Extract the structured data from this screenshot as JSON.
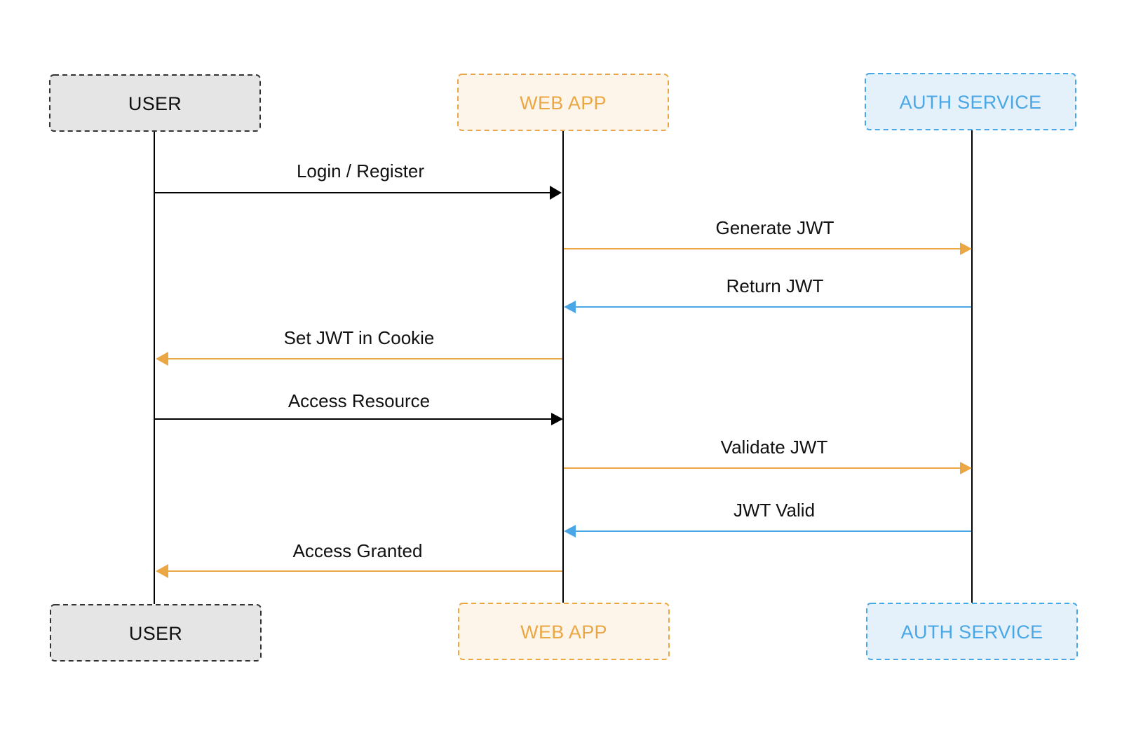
{
  "colors": {
    "black": "#000000",
    "orange": "#eba744",
    "blue": "#4aa7e6",
    "user_fill": "#e5e5e5",
    "user_stroke": "#333333",
    "webapp_fill": "#fdf5ea",
    "auth_fill": "#e4f1fb",
    "text": "#111111"
  },
  "participants": [
    {
      "id": "user",
      "label": "USER",
      "fill": "#e5e5e5",
      "stroke": "#333333",
      "text_color": "#111111"
    },
    {
      "id": "webapp",
      "label": "WEB APP",
      "fill": "#fdf5ea",
      "stroke": "#eba744",
      "text_color": "#eba744"
    },
    {
      "id": "auth",
      "label": "AUTH SERVICE",
      "fill": "#e4f1fb",
      "stroke": "#4aa7e6",
      "text_color": "#4aa7e6"
    }
  ],
  "messages": [
    {
      "from": "user",
      "to": "webapp",
      "label": "Login / Register",
      "color": "#000000"
    },
    {
      "from": "webapp",
      "to": "auth",
      "label": "Generate JWT",
      "color": "#eba744"
    },
    {
      "from": "auth",
      "to": "webapp",
      "label": "Return JWT",
      "color": "#4aa7e6"
    },
    {
      "from": "webapp",
      "to": "user",
      "label": "Set JWT in Cookie",
      "color": "#eba744"
    },
    {
      "from": "user",
      "to": "webapp",
      "label": "Access Resource",
      "color": "#000000"
    },
    {
      "from": "webapp",
      "to": "auth",
      "label": "Validate JWT",
      "color": "#eba744"
    },
    {
      "from": "auth",
      "to": "webapp",
      "label": "JWT Valid",
      "color": "#4aa7e6"
    },
    {
      "from": "webapp",
      "to": "user",
      "label": "Access Granted",
      "color": "#eba744"
    }
  ]
}
